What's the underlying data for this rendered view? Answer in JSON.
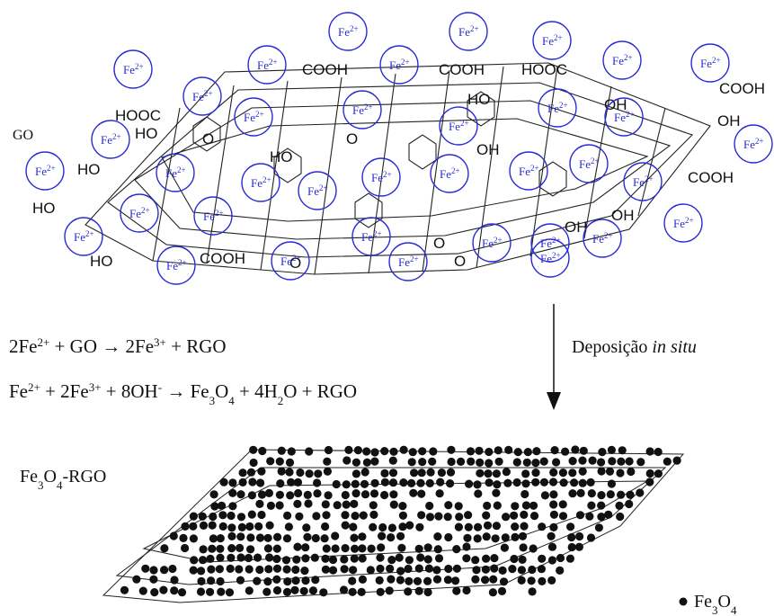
{
  "labels": {
    "go": "GO",
    "fe3o4_rgo": "Fe3O4-RGO",
    "step": "Deposição",
    "step_italic": "in situ",
    "legend": "Fe3O4"
  },
  "equations": [
    "2Fe2+ + GO → 2Fe3+ + RGO",
    "Fe2+ + 2Fe3+ + 8OH- → Fe3O4 + 4H2O + RGO"
  ],
  "ion_label": "Fe2+",
  "functional_groups": [
    "COOH",
    "COOH",
    "HOOC",
    "COOH",
    "HOOC",
    "OH",
    "HO",
    "HO",
    "HO",
    "HO",
    "HO",
    "OH",
    "OH",
    "O",
    "O",
    "O",
    "O",
    "O",
    "COOH",
    "COOH",
    "OH",
    "OH",
    "HO"
  ],
  "colors": {
    "ion": "#2b2bd6",
    "ink": "#111111"
  }
}
